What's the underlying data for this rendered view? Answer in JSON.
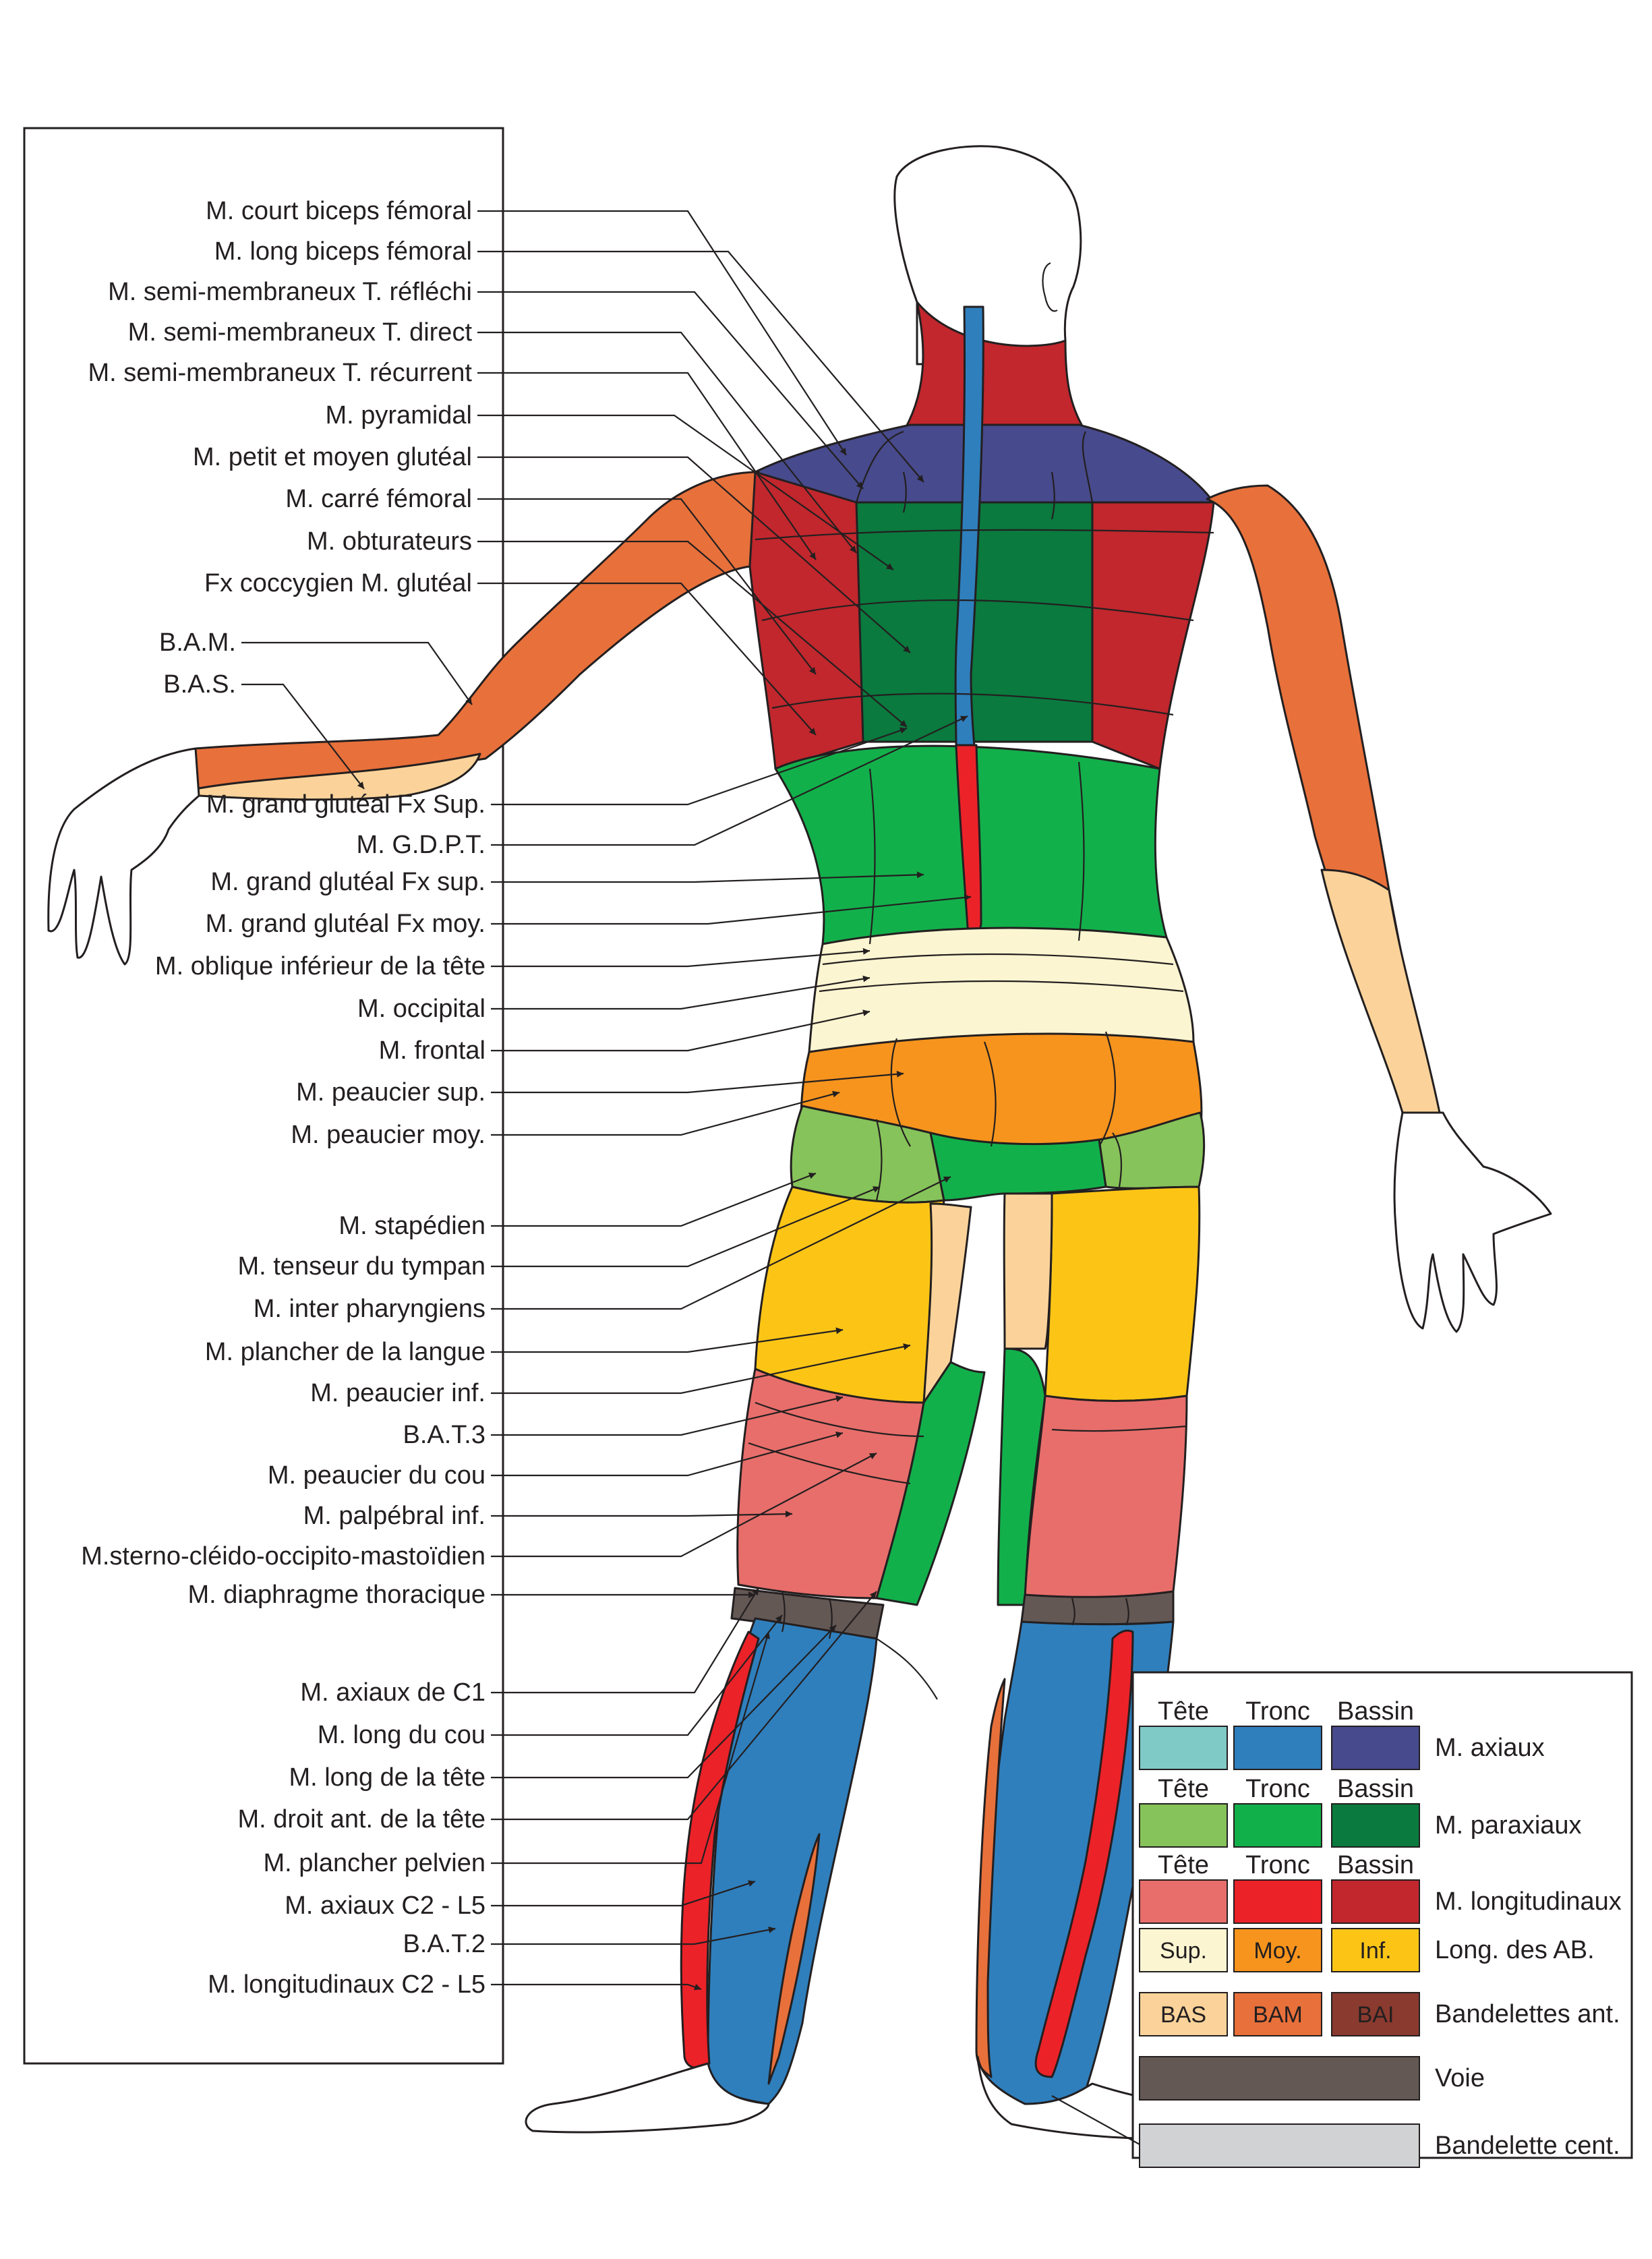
{
  "labels": [
    {
      "text": "M. court biceps fémoral"
    },
    {
      "text": "M. long biceps fémoral"
    },
    {
      "text": "M. semi-membraneux T. réfléchi"
    },
    {
      "text": "M. semi-membraneux T. direct"
    },
    {
      "text": "M. semi-membraneux T. récurrent"
    },
    {
      "text": "M. pyramidal"
    },
    {
      "text": "M. petit et moyen glutéal"
    },
    {
      "text": "M. carré fémoral"
    },
    {
      "text": "M. obturateurs"
    },
    {
      "text": "Fx coccygien M. glutéal"
    },
    {
      "text": "B.A.M."
    },
    {
      "text": "B.A.S."
    },
    {
      "text": "M. grand glutéal Fx Sup."
    },
    {
      "text": "M. G.D.P.T."
    },
    {
      "text": "M. grand glutéal Fx sup."
    },
    {
      "text": "M. grand glutéal Fx moy."
    },
    {
      "text": "M. oblique inférieur de la tête"
    },
    {
      "text": "M. occipital"
    },
    {
      "text": "M. frontal"
    },
    {
      "text": "M. peaucier sup."
    },
    {
      "text": "M. peaucier moy."
    },
    {
      "text": "M. stapédien"
    },
    {
      "text": "M. tenseur du tympan"
    },
    {
      "text": "M. inter pharyngiens"
    },
    {
      "text": "M. plancher de la langue"
    },
    {
      "text": "M. peaucier inf."
    },
    {
      "text": "B.A.T.3"
    },
    {
      "text": "M. peaucier du cou"
    },
    {
      "text": "M. palpébral inf."
    },
    {
      "text": "M.sterno-cléido-occipito-mastoïdien"
    },
    {
      "text": "M. diaphragme thoracique"
    },
    {
      "text": "M. axiaux de C1"
    },
    {
      "text": "M. long du cou"
    },
    {
      "text": "M. long de la tête"
    },
    {
      "text": "M. droit ant. de la tête"
    },
    {
      "text": "M. plancher pelvien"
    },
    {
      "text": "M. axiaux C2 - L5"
    },
    {
      "text": "B.A.T.2"
    },
    {
      "text": "M. longitudinaux C2 - L5"
    }
  ],
  "legend": {
    "headers": [
      "Tête",
      "Tronc",
      "Bassin"
    ],
    "rows": [
      {
        "label": "M. axiaux",
        "headers": true,
        "colors": [
          "#7fc9c6",
          "#2f7fbd",
          "#474a8c"
        ],
        "texts": [
          "",
          "",
          ""
        ]
      },
      {
        "label": "M. paraxiaux",
        "headers": true,
        "colors": [
          "#86c35a",
          "#12b04b",
          "#0a7a3e"
        ],
        "texts": [
          "",
          "",
          ""
        ]
      },
      {
        "label": "M. longitudinaux",
        "headers": true,
        "colors": [
          "#e86e6b",
          "#ec2229",
          "#c1272d"
        ],
        "texts": [
          "",
          "",
          ""
        ]
      },
      {
        "label": "Long. des AB.",
        "headers": false,
        "colors": [
          "#fbf5d1",
          "#f7941d",
          "#fcc516"
        ],
        "texts": [
          "Sup.",
          "Moy.",
          "Inf."
        ]
      },
      {
        "label": "Bandelettes ant.",
        "headers": false,
        "colors": [
          "#fbd39a",
          "#e8703a",
          "#8b3a2f"
        ],
        "texts": [
          "BAS",
          "BAM",
          "BAI"
        ]
      },
      {
        "label": "Voie",
        "headers": false,
        "colors": [
          "#645855"
        ],
        "texts": [
          ""
        ]
      },
      {
        "label": "Bandelette cent.",
        "headers": false,
        "colors": [
          "#d1d2d3"
        ],
        "texts": [
          ""
        ]
      }
    ]
  },
  "colors": {
    "axial_head": "#7fc9c6",
    "axial_trunk": "#2f7fbd",
    "axial_pelvis": "#474a8c",
    "paraxial_head": "#86c35a",
    "paraxial_trunk": "#12b04b",
    "paraxial_pelvis": "#0a7a3e",
    "long_head": "#e86e6b",
    "long_trunk": "#ec2229",
    "long_pelvis": "#c1272d",
    "ab_sup": "#fbf5d1",
    "ab_moy": "#f7941d",
    "ab_inf": "#fcc516",
    "bas": "#fbd39a",
    "bam": "#e8703a",
    "voie": "#645855",
    "central": "#d1d2d3"
  }
}
